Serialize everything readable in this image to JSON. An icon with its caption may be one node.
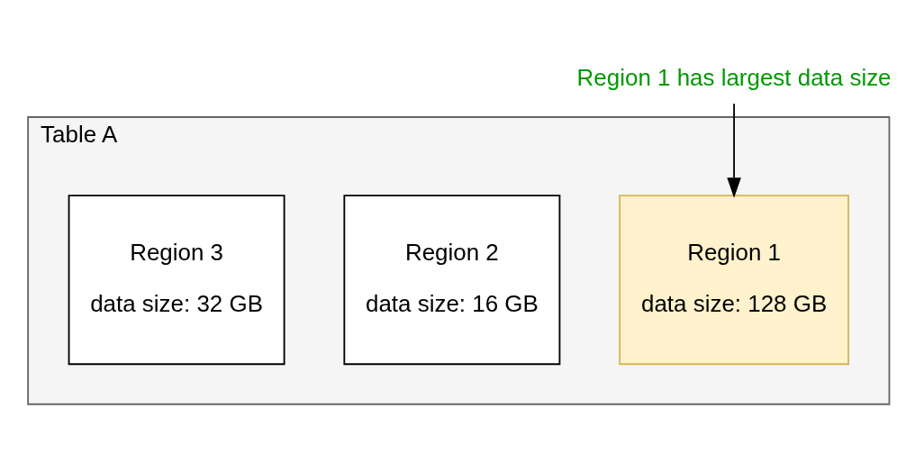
{
  "diagram": {
    "nodes": [
      {
        "text": [
          "Table A"
        ]
      },
      {
        "text": [
          "Region 1",
          "data size: 128 GB"
        ],
        "in": 0
      },
      {
        "text": [
          "Region 2",
          "data size: 16 GB"
        ],
        "in": 0
      },
      {
        "text": [
          "Region 3",
          "data size: 32 GB"
        ],
        "in": 0
      },
      {
        "text": [
          "Region 1 has largest data size"
        ]
      }
    ],
    "edges": [
      {
        "from": 4,
        "to": 1,
        "arrow": "to"
      }
    ]
  }
}
